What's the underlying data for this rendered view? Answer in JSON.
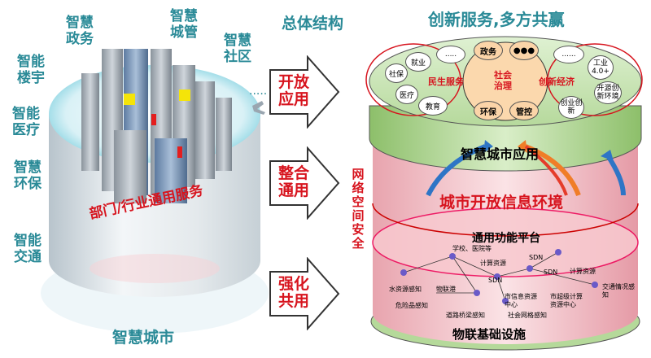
{
  "headings": {
    "overall": "总体结构",
    "innovation": "创新服务,多方共赢"
  },
  "left": {
    "around": [
      "智慧政务",
      "智慧城管",
      "智慧社区",
      "智能楼宇",
      "智能医疗",
      "智慧环保",
      "智能交通"
    ],
    "band": "部门/行业通用服务",
    "bottom": "智慧城市"
  },
  "arrows": [
    {
      "label": "开放应用"
    },
    {
      "label": "整合通用"
    },
    {
      "label": "强化共用"
    }
  ],
  "security": "网络空间安全",
  "right": {
    "top": {
      "livelihood": {
        "title": "民生服务",
        "items": [
          "就业",
          "社保",
          "医疗",
          "教育",
          "....."
        ]
      },
      "governance": {
        "title": "社会治理",
        "items": [
          "政务",
          "●●●",
          "环保",
          "管控"
        ]
      },
      "economy": {
        "title": "创新经济",
        "items": [
          "......",
          "工业4.0+",
          "开源创新环境",
          "创业创新"
        ]
      }
    },
    "app_layer": "智慧城市应用",
    "env_layer": "城市开放信息环境",
    "platform": "通用功能平台",
    "nodes": [
      "学校、医院等",
      "计算资源",
      "SDN",
      "SDN",
      "计算资源",
      "水资源感知",
      "物联港",
      "SDN",
      "交通情况感知",
      "市信息资源中心",
      "市超级计算资源中心",
      "危险品感知",
      "道路桥梁感知",
      "社会网格感知"
    ],
    "infrastructure": "物联基础设施"
  }
}
